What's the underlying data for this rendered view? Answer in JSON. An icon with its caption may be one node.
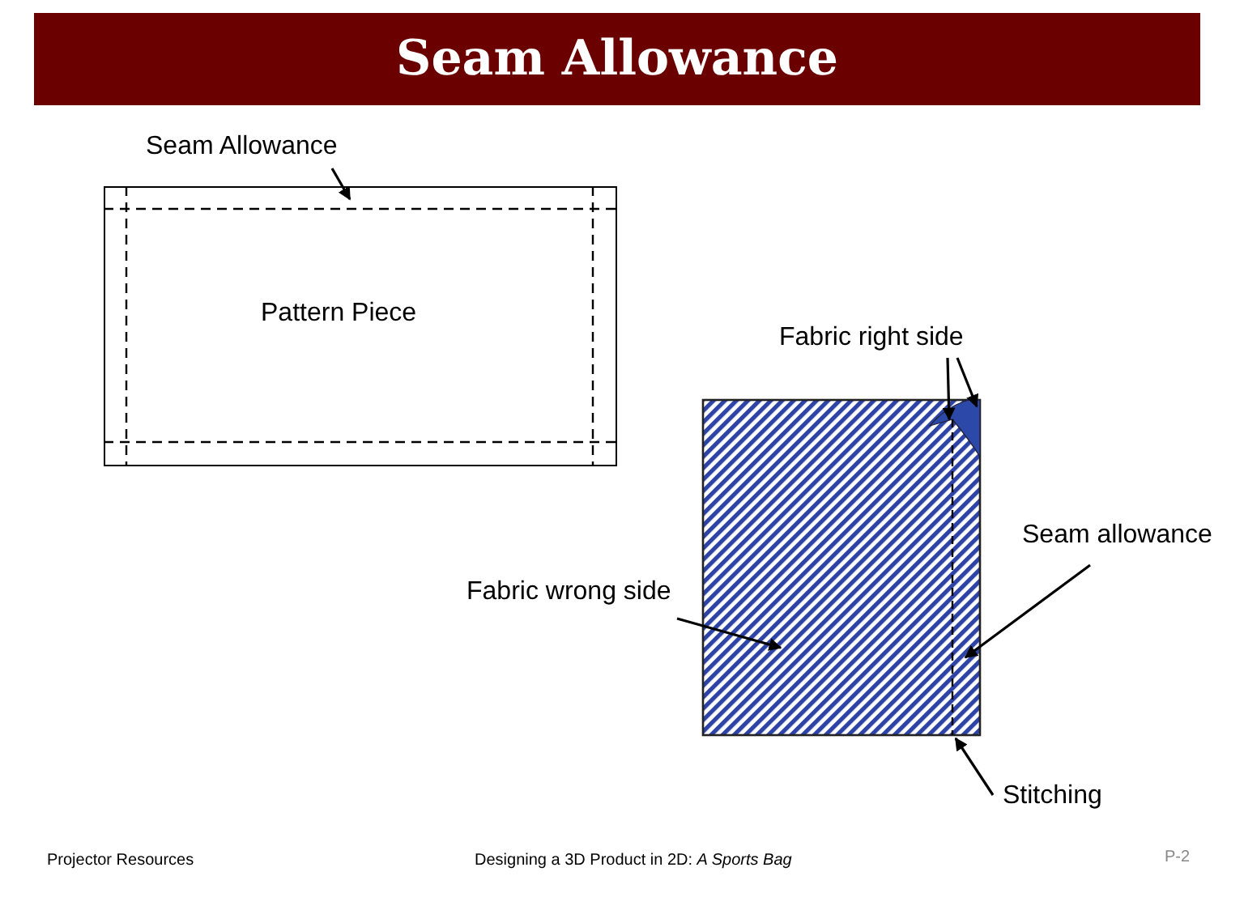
{
  "diagram": {
    "title": "Seam Allowance",
    "nodes": [
      {
        "text": [
          "Seam Allowance"
        ]
      },
      {
        "text": [
          "Pattern Piece"
        ]
      },
      {
        "text": [
          "Fabric right side"
        ]
      },
      {
        "text": [],
        "shape": "box"
      },
      {
        "text": [
          "Fabric wrong side"
        ]
      },
      {
        "text": [
          "Seam allowance"
        ]
      },
      {
        "text": [
          "Stitching"
        ]
      }
    ],
    "edges": [
      {
        "from": 0,
        "to": 1,
        "arrow": "to"
      },
      {
        "from": 2,
        "to": 3,
        "arrow": "to"
      },
      {
        "from": 2,
        "to": 3,
        "arrow": "to"
      },
      {
        "from": 4,
        "to": 3,
        "arrow": "to"
      },
      {
        "from": 5,
        "to": 3,
        "arrow": "to"
      },
      {
        "from": 6,
        "to": 3,
        "arrow": "to"
      }
    ],
    "labels": [
      "Projector Resources",
      "Designing a 3D Product in 2D: *A Sports Bag*",
      "P-2"
    ]
  }
}
